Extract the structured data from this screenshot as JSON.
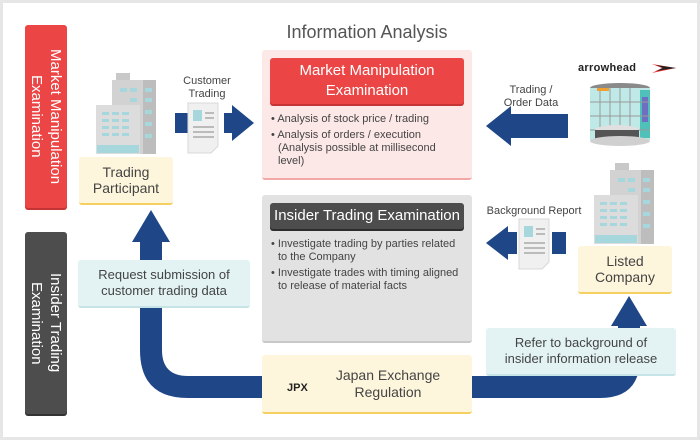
{
  "section_title": "Information Analysis",
  "side_labels": {
    "market_manipulation": "Market Manipulation Examination",
    "insider_trading": "Insider Trading Examination"
  },
  "panels": {
    "market_manipulation": {
      "title": "Market Manipulation Examination",
      "bullets": [
        "Analysis of stock price / trading",
        "Analysis of orders / execution (Analysis possible at millisecond level)"
      ]
    },
    "insider_trading": {
      "title": "Insider Trading Examination",
      "bullets": [
        "Investigate trading by parties related to the Company",
        "Investigate trades with timing aligned to release of material facts"
      ]
    }
  },
  "entities": {
    "trading_participant": "Trading Participant",
    "listed_company": "Listed Company",
    "jpx": "Japan Exchange Regulation",
    "jpx_logo_text": "JPX",
    "arrowhead_logo_text": "arrowhead"
  },
  "flow_labels": {
    "customer_trading": "Customer Trading",
    "trading_order_data": "Trading / Order Data",
    "background_report": "Background Report"
  },
  "callouts": {
    "request_submission": "Request submission of customer trading data",
    "refer_background": "Refer to background of insider information release"
  },
  "colors": {
    "red": "#ec4545",
    "dark": "#4d4d4d",
    "navy_arrow": "#1f4788",
    "yellow_box": "#fef6dc",
    "callout_blue": "#e3f3f4",
    "pink_panel": "#fde8e8",
    "gray_panel": "#e2e2e2"
  }
}
